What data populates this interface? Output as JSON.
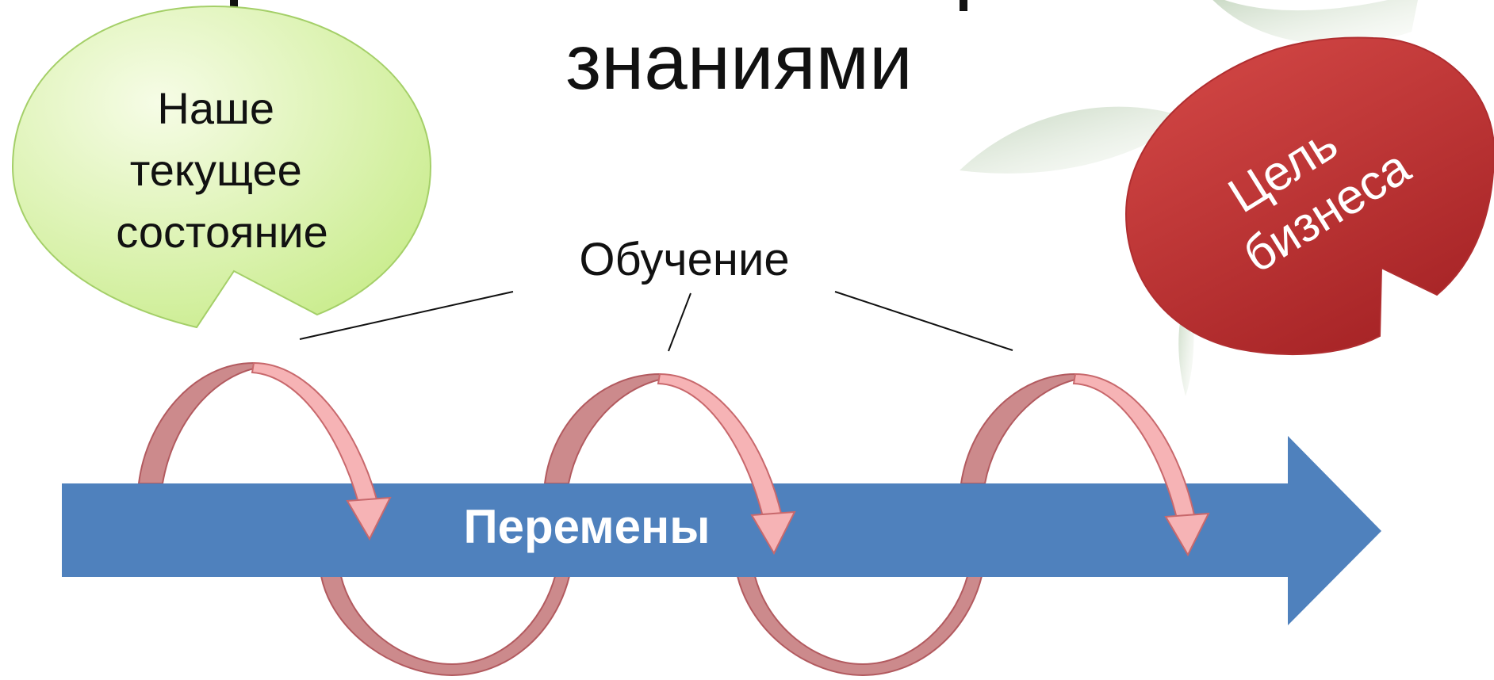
{
  "slide": {
    "title_partial": "знаниями"
  },
  "current_state": {
    "lines": [
      "Наше",
      "текущее",
      "состояние"
    ]
  },
  "goal": {
    "lines": [
      "Цель",
      "бизнеса"
    ]
  },
  "learning": {
    "label": "Обучение"
  },
  "change_arrow": {
    "label": "Перемены"
  },
  "colors": {
    "arrow_blue": "#4f81bd",
    "bubble_green_light": "#f3fbdc",
    "bubble_green_dark": "#c9ec8c",
    "bubble_red_light": "#d64a48",
    "bubble_red_dark": "#a82527",
    "loop_pink": "#f2a3a5",
    "loop_dark": "#c27075",
    "leaf_green": "#9ab48a"
  }
}
